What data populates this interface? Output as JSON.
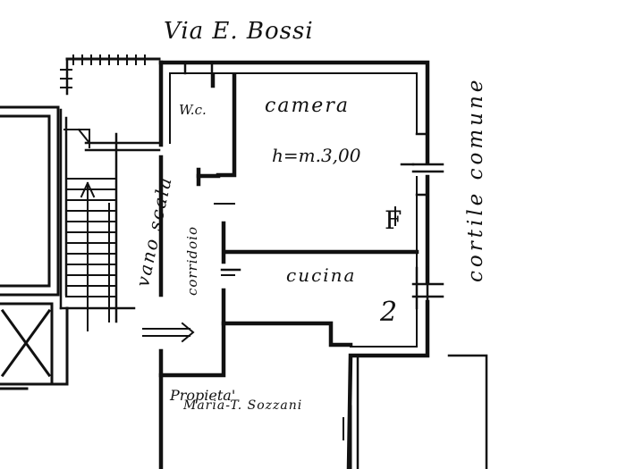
{
  "plan": {
    "street_label": "Via E. Bossi",
    "courtyard_label": "cortile comune",
    "stair_label": "vano scala",
    "corridor_label": "corridoio",
    "rooms": {
      "wc": "W.c.",
      "camera": "camera",
      "camera_height": "h=m.3,00",
      "cucina": "cucina"
    },
    "marks": {
      "camera_mark": "F",
      "cucina_mark": "2"
    },
    "owner": {
      "line1": "Propieta'",
      "line2": "Maria-T. Sozzani"
    },
    "colors": {
      "ink": "#111111",
      "paper": "#ffffff"
    }
  }
}
